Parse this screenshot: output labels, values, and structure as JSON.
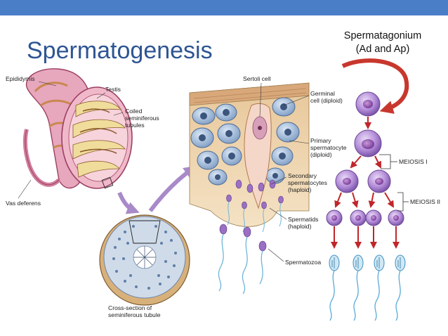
{
  "header": {
    "accent_color": "#4a7ec7"
  },
  "slide": {
    "title": "Spermatogenesis",
    "note_line1": "Spermatagonium",
    "note_line2": "(Ad and Ap)"
  },
  "labels": {
    "epididymis": "Epididymis",
    "testis": "Testis",
    "coiled_1": "Coiled",
    "coiled_2": "seminiferous",
    "coiled_3": "tubules",
    "vas_deferens": "Vas deferens",
    "cross_section_1": "Cross-section of",
    "cross_section_2": "seminiferous tubule",
    "sertoli_cell": "Sertoli cell",
    "germinal_1": "Germinal",
    "germinal_2": "cell (diploid)",
    "primary_1": "Primary",
    "primary_2": "spermatocyte",
    "primary_3": "(diploid)",
    "secondary_1": "Secondary",
    "secondary_2": "spermatocytes",
    "secondary_3": "(haploid)",
    "spermatids_1": "Spermatids",
    "spermatids_2": "(haploid)",
    "spermatozoa": "Spermatozoa",
    "meiosis_1": "MEIOSIS I",
    "meiosis_2": "MEIOSIS II"
  },
  "colors": {
    "title": "#2d5592",
    "cycle_arrow": "#c8372d",
    "division_arrow": "#c0262a",
    "cell_fill": "#9a6fc4",
    "tubule_fill": "#f3e4a0",
    "testis_fill": "#e9a6b8"
  }
}
